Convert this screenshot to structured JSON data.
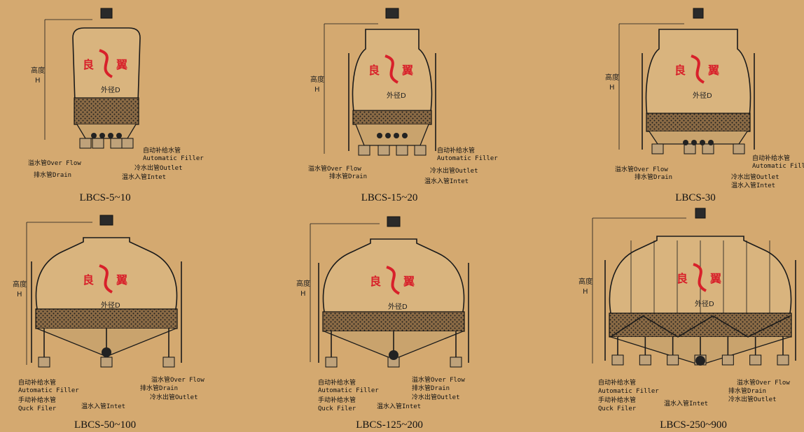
{
  "units": [
    {
      "model": "LBCS-5~10",
      "height_label": "高度H",
      "diameter_label": "外径D",
      "logo": {
        "left": "良",
        "right": "翼"
      },
      "labels": [
        {
          "text": "自动补给水管"
        },
        {
          "text": "Automatic Filler"
        },
        {
          "text": "溢水管Over Flow"
        },
        {
          "text": "冷水出管Outlet"
        },
        {
          "text": "排水管Drain"
        },
        {
          "text": "温水入管Intet"
        }
      ]
    },
    {
      "model": "LBCS-15~20",
      "height_label": "高度H",
      "diameter_label": "外径D",
      "logo": {
        "left": "良",
        "right": "翼"
      },
      "labels": [
        {
          "text": "自动补给水管"
        },
        {
          "text": "Automatic Filler"
        },
        {
          "text": "溢水管Over Flow"
        },
        {
          "text": "冷水出管Outlet"
        },
        {
          "text": "排水管Drain"
        },
        {
          "text": "温水入管Intet"
        }
      ]
    },
    {
      "model": "LBCS-30",
      "height_label": "高度H",
      "diameter_label": "外径D",
      "logo": {
        "left": "良",
        "right": "翼"
      },
      "labels": [
        {
          "text": "自动补给水管"
        },
        {
          "text": "Automatic Fille"
        },
        {
          "text": "溢水管Over Flow"
        },
        {
          "text": "冷水出管Outlet"
        },
        {
          "text": "排水管Drain"
        },
        {
          "text": "温水入管Intet"
        }
      ]
    },
    {
      "model": "LBCS-50~100",
      "height_label": "高度H",
      "diameter_label": "外径D",
      "logo": {
        "left": "良",
        "right": "翼"
      },
      "labels": [
        {
          "text": "自动补给水管"
        },
        {
          "text": "Automatic Filler"
        },
        {
          "text": "手动补给水管"
        },
        {
          "text": "Quck Filer"
        },
        {
          "text": "溢水管Over Flow"
        },
        {
          "text": "排水管Drain"
        },
        {
          "text": "冷水出管Outlet"
        },
        {
          "text": "温水入管Intet"
        }
      ]
    },
    {
      "model": "LBCS-125~200",
      "height_label": "高度H",
      "diameter_label": "外径D",
      "logo": {
        "left": "良",
        "right": "翼"
      },
      "labels": [
        {
          "text": "自动补给水管"
        },
        {
          "text": "Automatic Filler"
        },
        {
          "text": "手动补给水管"
        },
        {
          "text": "Quck Filer"
        },
        {
          "text": "溢水管Over Flow"
        },
        {
          "text": "排水管Drain"
        },
        {
          "text": "冷水出管Outlet"
        },
        {
          "text": "温水入管Intet"
        }
      ]
    },
    {
      "model": "LBCS-250~900",
      "height_label": "高度H",
      "diameter_label": "外径D",
      "logo": {
        "left": "良",
        "right": "翼"
      },
      "labels": [
        {
          "text": "自动补给水管"
        },
        {
          "text": "Automatic Filler"
        },
        {
          "text": "手动补给水管"
        },
        {
          "text": "Quck Filer"
        },
        {
          "text": "溢水管Over Flow"
        },
        {
          "text": "排水管Drain"
        },
        {
          "text": "冷水出管Outlet"
        },
        {
          "text": "温水入管Intet"
        }
      ]
    }
  ],
  "colors": {
    "background": "#d4a970",
    "line": "#1a1a1a",
    "logo": "#d8202a",
    "body": "#d9b47e"
  }
}
